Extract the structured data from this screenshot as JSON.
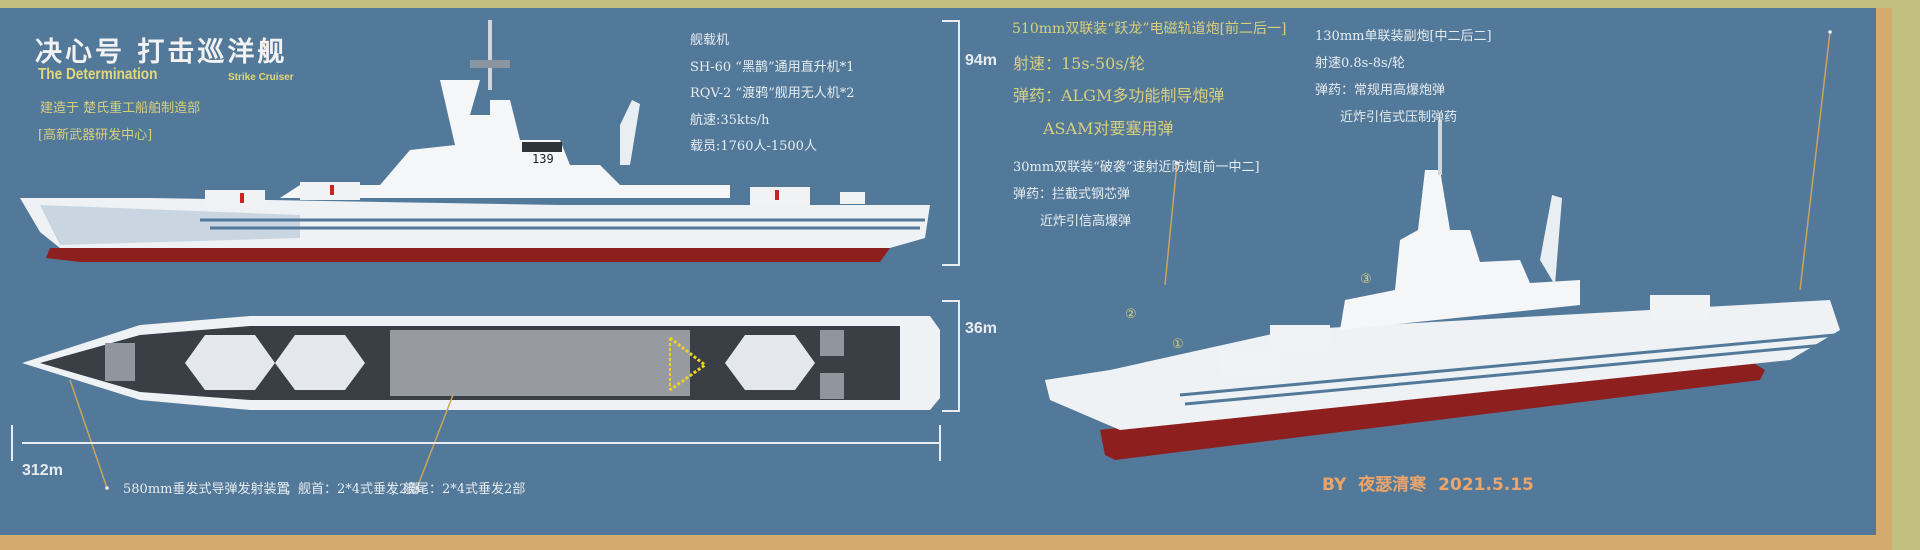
{
  "header": {
    "title": "决心号 打击巡洋舰",
    "title_en": "The Determination",
    "subtitle_en": "Strike Cruiser",
    "builder": "建造于 楚氏重工船舶制造部",
    "builder_dept": "[高新武器研发中心]"
  },
  "specs": {
    "aircraft_label": "舰载机",
    "helicopter": "SH-60 “黑鹊”通用直升机*1",
    "drone": "RQV-2 “渡鸦”舰用无人机*2",
    "speed": "航速:35kts/h",
    "crew": "载员:1760人-1500人"
  },
  "dimensions": {
    "height": "94m",
    "beam": "36m",
    "length": "312m"
  },
  "main_gun": {
    "name": "510mm双联装“跃龙”电磁轨道炮[前二后一]",
    "rate": "射速：15s-50s/轮",
    "ammo_1": "弹药：ALGM多功能制导炮弹",
    "ammo_2": "ASAM对要塞用弹"
  },
  "ciws": {
    "name": "30mm双联装“破袭”速射近防炮[前一中二]",
    "ammo_1": "弹药：拦截式钢芯弹",
    "ammo_2": "近炸引信高爆弹"
  },
  "secondary_gun": {
    "name": "130mm单联装副炮[中二后二]",
    "rate": "射速0.8s-8s/轮",
    "ammo_1": "弹药：常规用高爆炮弹",
    "ammo_2": "近炸引信式压制弹药"
  },
  "vls": {
    "name": "580mm垂发式导弹发射装置",
    "bow": "；舰首：2*4式垂发2部",
    "stern": "；舰尾：2*4式垂发2部"
  },
  "markers": [
    "①",
    "②",
    "③"
  ],
  "hull_number": "139",
  "credit": "BY 夜瑟清寒 2021.5.15",
  "colors": {
    "background": "#52799a",
    "frame_olive": "#c2c07e",
    "frame_orange": "#d4aa6e",
    "accent_yellow": "#d8cf7c",
    "hull_red": "#8e1f1f",
    "credit": "#eaa56c"
  }
}
